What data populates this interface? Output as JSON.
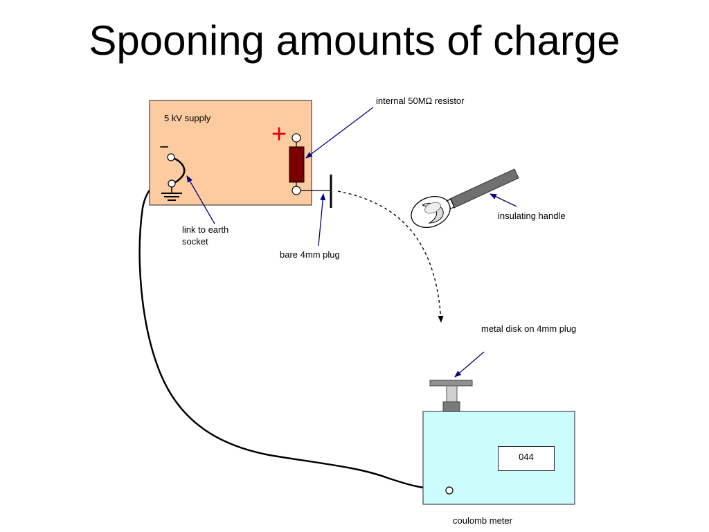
{
  "title": "Spooning amounts of charge",
  "labels": {
    "supply": "5 kV supply",
    "resistor": "internal 50MΩ resistor",
    "earth_link_line1": "link to earth",
    "earth_link_line2": "socket",
    "bare_plug": "bare 4mm plug",
    "insulating_handle": "insulating handle",
    "metal_disk": "metal disk on 4mm plug",
    "coulomb_meter": "coulomb meter"
  },
  "meter": {
    "reading": "044"
  },
  "symbols": {
    "plus": "+",
    "minus": "−"
  },
  "colors": {
    "supply_box": "#fccca0",
    "meter_box": "#ccfcfc",
    "resistor": "#7a0000",
    "plus_sign": "#e00000",
    "annotation_arrow": "#000080",
    "handle": "#707070"
  }
}
